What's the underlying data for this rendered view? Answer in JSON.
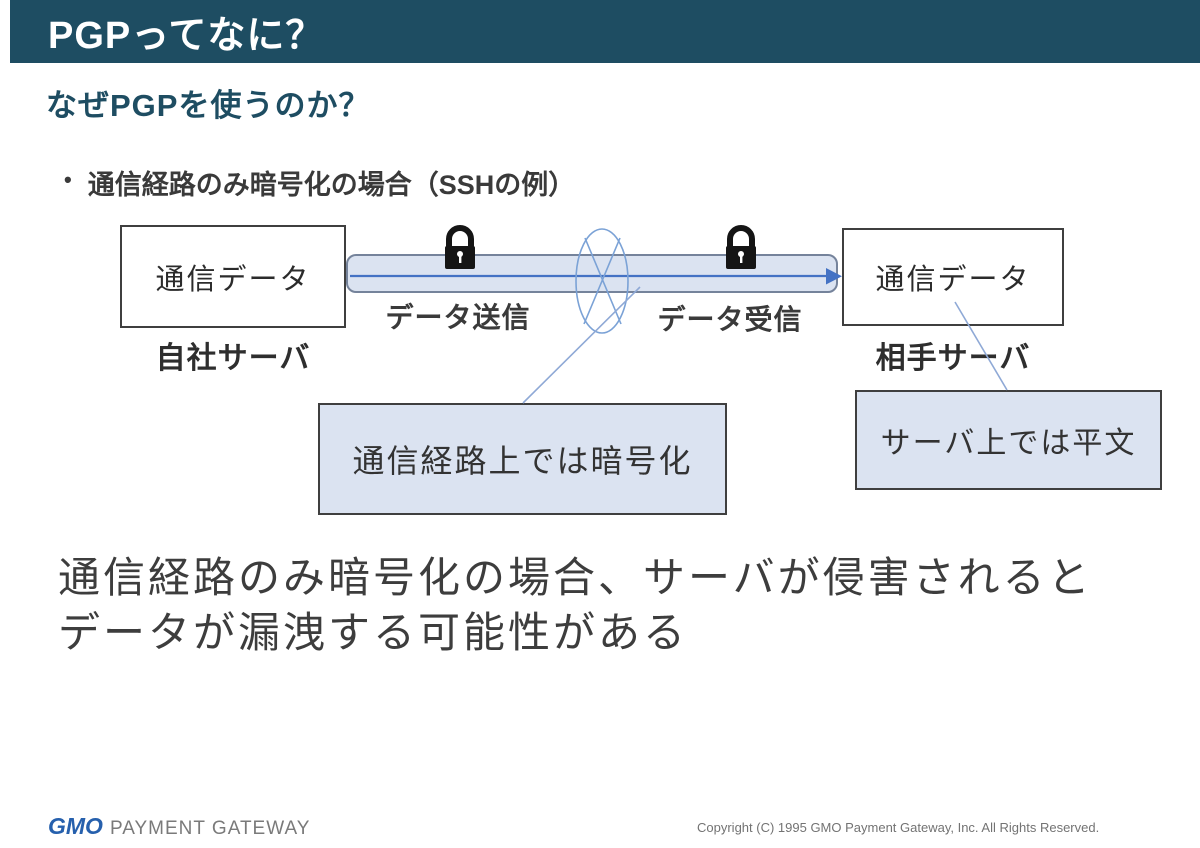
{
  "slide": {
    "title": "PGPってなに？",
    "subtitle": "なぜPGPを使うのか？",
    "bullet_marker": "•",
    "bullet": "通信経路のみ暗号化の場合（SSHの例）"
  },
  "diagram": {
    "left_box": {
      "text": "通信データ",
      "label": "自社サーバ"
    },
    "right_box": {
      "text": "通信データ",
      "label": "相手サーバ"
    },
    "send_label": "データ送信",
    "receive_label": "データ受信",
    "callout_path": "通信経路上では暗号化",
    "callout_server": "サーバ上では平文",
    "icons": [
      "lock-icon",
      "lock-icon",
      "network-crossing-ellipse-icon",
      "arrow-icon"
    ]
  },
  "statement": {
    "line1": "通信経路のみ暗号化の場合、サーバが侵害されると",
    "line2": "データが漏洩する可能性がある"
  },
  "footer": {
    "logo_gmo": "GMO",
    "logo_rest": "PAYMENT GATEWAY",
    "copyright": "Copyright (C) 1995 GMO Payment Gateway, Inc. All Rights Reserved."
  },
  "theme": {
    "titlebar_bg": "#1e4d62",
    "title_color": "#ffffff",
    "subtitle_color": "#1e4d62",
    "text_dark": "#3a3a3a",
    "band_fill": "#dbe3f1",
    "band_border": "#75839b",
    "arrow_blue": "#4472c4",
    "leader_blue": "#8fa9d6",
    "callout_fill": "#dbe3f1",
    "box_border": "#3f3f3f",
    "logo_blue": "#2660ad",
    "logo_gray": "#7a7a7a",
    "copyright_gray": "#737373"
  }
}
